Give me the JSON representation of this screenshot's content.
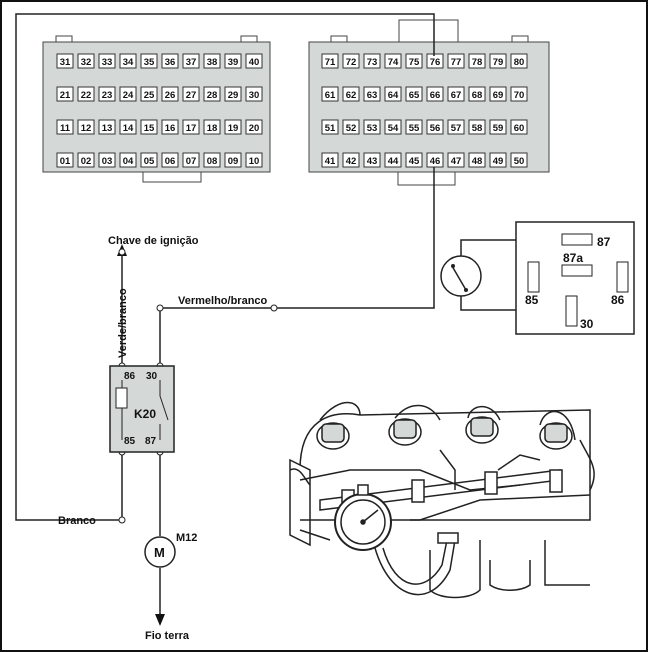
{
  "connector_left": {
    "rows": [
      [
        "31",
        "32",
        "33",
        "34",
        "35",
        "36",
        "37",
        "38",
        "39",
        "40"
      ],
      [
        "21",
        "22",
        "23",
        "24",
        "25",
        "26",
        "27",
        "28",
        "29",
        "30"
      ],
      [
        "11",
        "12",
        "13",
        "14",
        "15",
        "16",
        "17",
        "18",
        "19",
        "20"
      ],
      [
        "01",
        "02",
        "03",
        "04",
        "05",
        "06",
        "07",
        "08",
        "09",
        "10"
      ]
    ]
  },
  "connector_right": {
    "rows": [
      [
        "71",
        "72",
        "73",
        "74",
        "75",
        "76",
        "77",
        "78",
        "79",
        "80"
      ],
      [
        "61",
        "62",
        "63",
        "64",
        "65",
        "66",
        "67",
        "68",
        "69",
        "70"
      ],
      [
        "51",
        "52",
        "53",
        "54",
        "55",
        "56",
        "57",
        "58",
        "59",
        "60"
      ],
      [
        "41",
        "42",
        "43",
        "44",
        "45",
        "46",
        "47",
        "48",
        "49",
        "50"
      ]
    ]
  },
  "labels": {
    "ignition": "Chave de ignição",
    "green_white": "Verde/branco",
    "red_white": "Vermelho/branco",
    "white": "Branco",
    "ground": "Fio terra"
  },
  "relay_k20": {
    "name": "K20",
    "pin_86": "86",
    "pin_30": "30",
    "pin_85": "85",
    "pin_87": "87"
  },
  "motor": {
    "name": "M12",
    "symbol": "M"
  },
  "relay_symbol": {
    "pin_87": "87",
    "pin_87a": "87a",
    "pin_85": "85",
    "pin_86": "86",
    "pin_30": "30"
  },
  "colors": {
    "connector_fill": "#d4d8d6",
    "line": "#222222"
  }
}
